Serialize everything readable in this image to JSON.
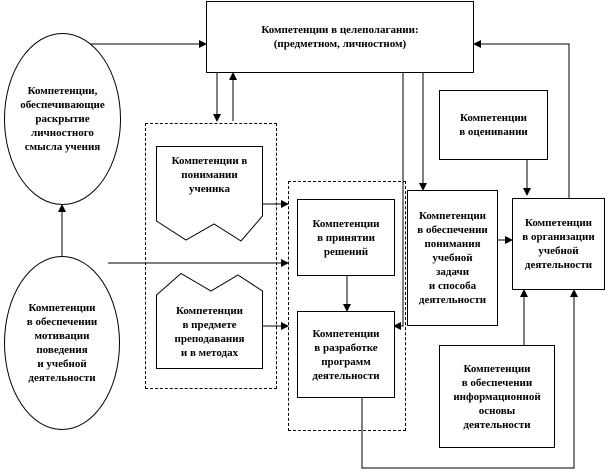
{
  "diagram": {
    "nodes": {
      "goal_setting": "Компетенции  в целеполагании:\n(предметном, личностном)",
      "personal_meaning": "Компетенции,\nобеспечивающие\nраскрытие\nличностного\nсмысла учения",
      "motivation": "Компетенции\nв обеспечении\nмотивации\nповедения\nи учебной\nдеятельности",
      "understanding_student": "Компетенции в\nпонимании\nученика",
      "subject_methods": "Компетенции\nв предмете\nпреподавания\nи в методах",
      "decision_making": "Компетенции\nв принятии\nрешений",
      "program_development": "Компетенции\nв разработке\nпрограмм\nдеятельности",
      "task_understanding": "Компетенции\nв обеспечении\nпонимания\nучебной\nзадачи\nи способа\nдеятельности",
      "assessment": "Компетенции\nв оценивании",
      "organization": "Компетенции\nв организации\nучебной\nдеятельности",
      "information_base": "Компетенции\nв обеспечении\nинформационной\nосновы\nдеятельности"
    },
    "stroke_color": "#000000"
  }
}
